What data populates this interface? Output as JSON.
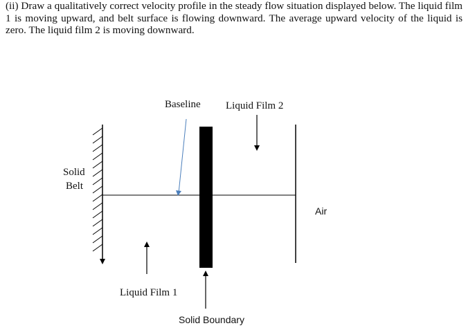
{
  "question": {
    "text": "(ii) Draw a qualitatively correct velocity profile in the steady flow situation displayed below. The liquid film 1 is moving upward, and belt surface is flowing downward. The average upward velocity of the liquid is zero. The liquid film 2 is moving downward."
  },
  "figure": {
    "labels": {
      "baseline": "Baseline",
      "liquid_film_2": "Liquid Film 2",
      "solid_belt_line1": "Solid",
      "solid_belt_line2": "Belt",
      "air": "Air",
      "liquid_film_1": "Liquid Film 1",
      "solid_boundary": "Solid Boundary"
    },
    "colors": {
      "baseline_pointer": "#4a7ebb",
      "lines": "#000000"
    }
  }
}
